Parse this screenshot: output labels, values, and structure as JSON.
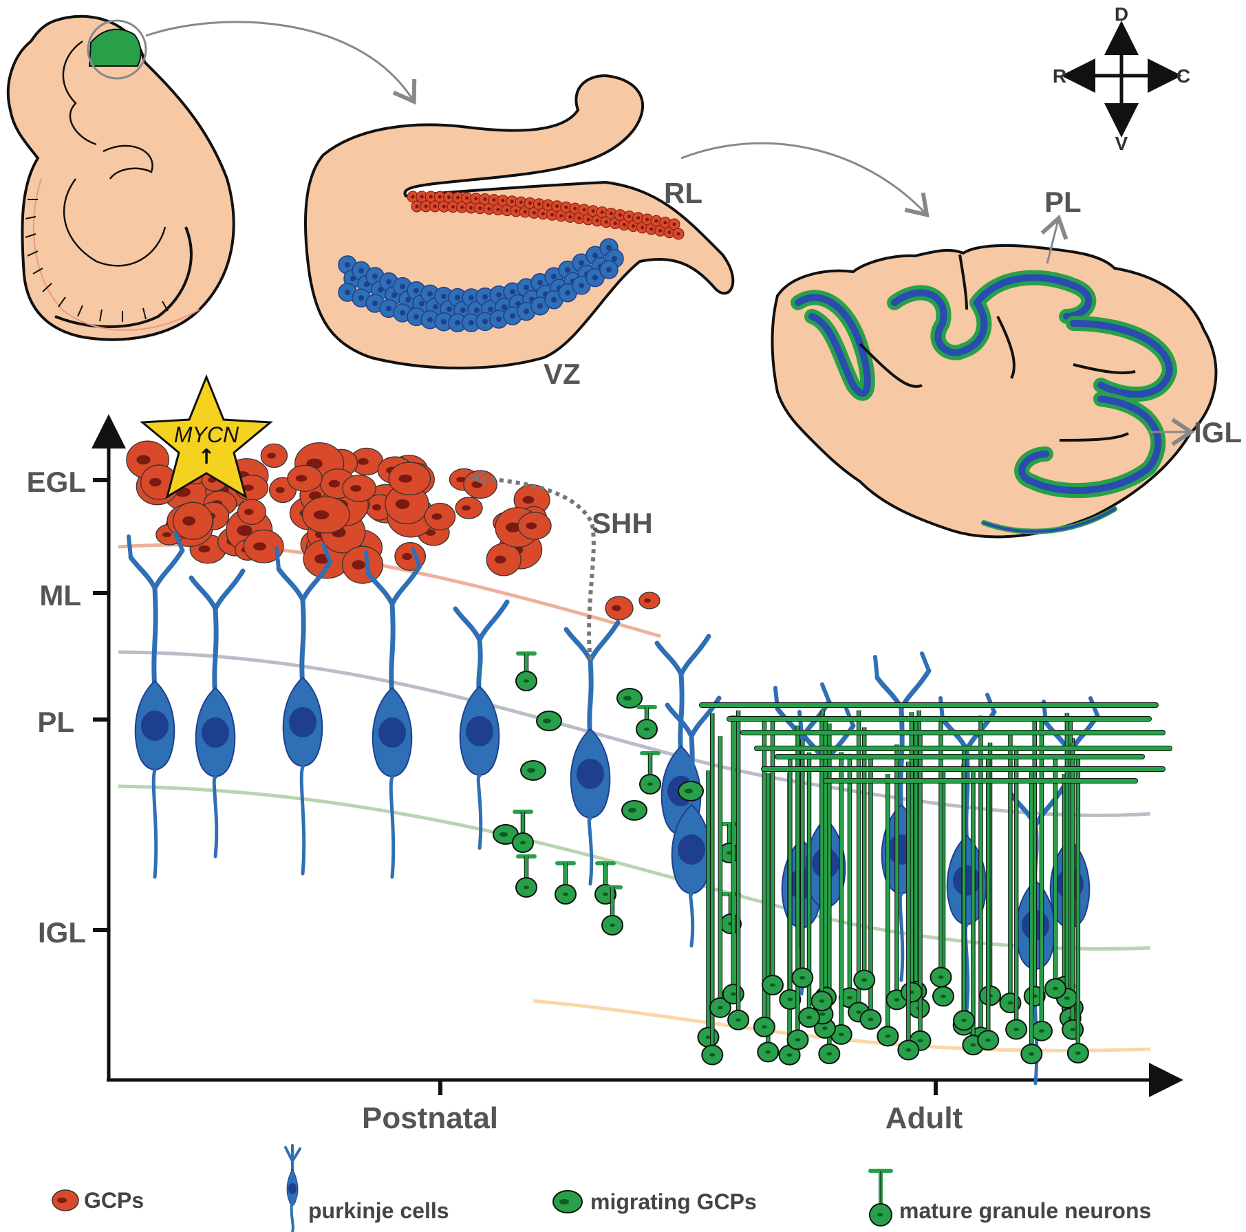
{
  "compass": {
    "dorsal": "D",
    "ventral": "V",
    "rostral": "R",
    "caudal": "C"
  },
  "hindbrain": {
    "rl_label": "RL",
    "vz_label": "VZ"
  },
  "cerebellum": {
    "pl_label": "PL",
    "igl_label": "IGL"
  },
  "mycn": {
    "gene": "MYCN",
    "arrow": "↑"
  },
  "shh_label": "SHH",
  "y_axis": {
    "labels": [
      "EGL",
      "ML",
      "PL",
      "IGL"
    ]
  },
  "x_axis": {
    "labels": [
      "Postnatal",
      "Adult"
    ]
  },
  "legend": [
    {
      "label": "GCPs",
      "icon": "gcp-icon"
    },
    {
      "label": "purkinje cells",
      "icon": "purkinje-icon"
    },
    {
      "label": "migrating GCPs",
      "icon": "migrating-gcp-icon"
    },
    {
      "label": "mature granule neurons",
      "icon": "granule-neuron-icon"
    }
  ],
  "colors": {
    "tissue": "#f6c8a3",
    "gcp_red": "#d94a2b",
    "gcp_dark": "#7a1a10",
    "purkinje_blue": "#2f6fb5",
    "purkinje_nucleus": "#1e3f8f",
    "granule_green": "#28a04a",
    "star_yellow": "#f5d21f"
  }
}
